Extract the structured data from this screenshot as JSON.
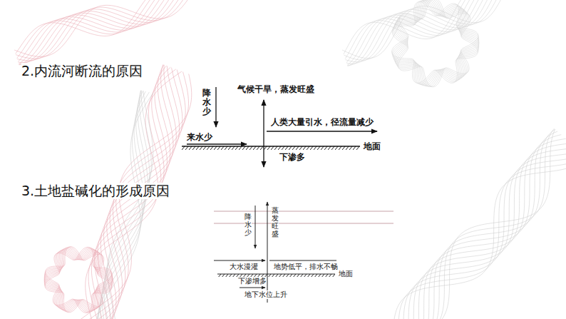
{
  "diagram": {
    "labels": [
      "2.内流河断流的原因",
      "降水少",
      "气候干旱，蒸发旺盛",
      "来水少",
      "人类大量引水，径流量减少",
      "地面",
      "下渗多",
      "3.土地盐碱化的形成原因",
      "降水少",
      "蒸发旺盛",
      "大水漫灌",
      "地势低平，排水不畅",
      "下渗增多",
      "地面",
      "地下水位上升"
    ]
  }
}
